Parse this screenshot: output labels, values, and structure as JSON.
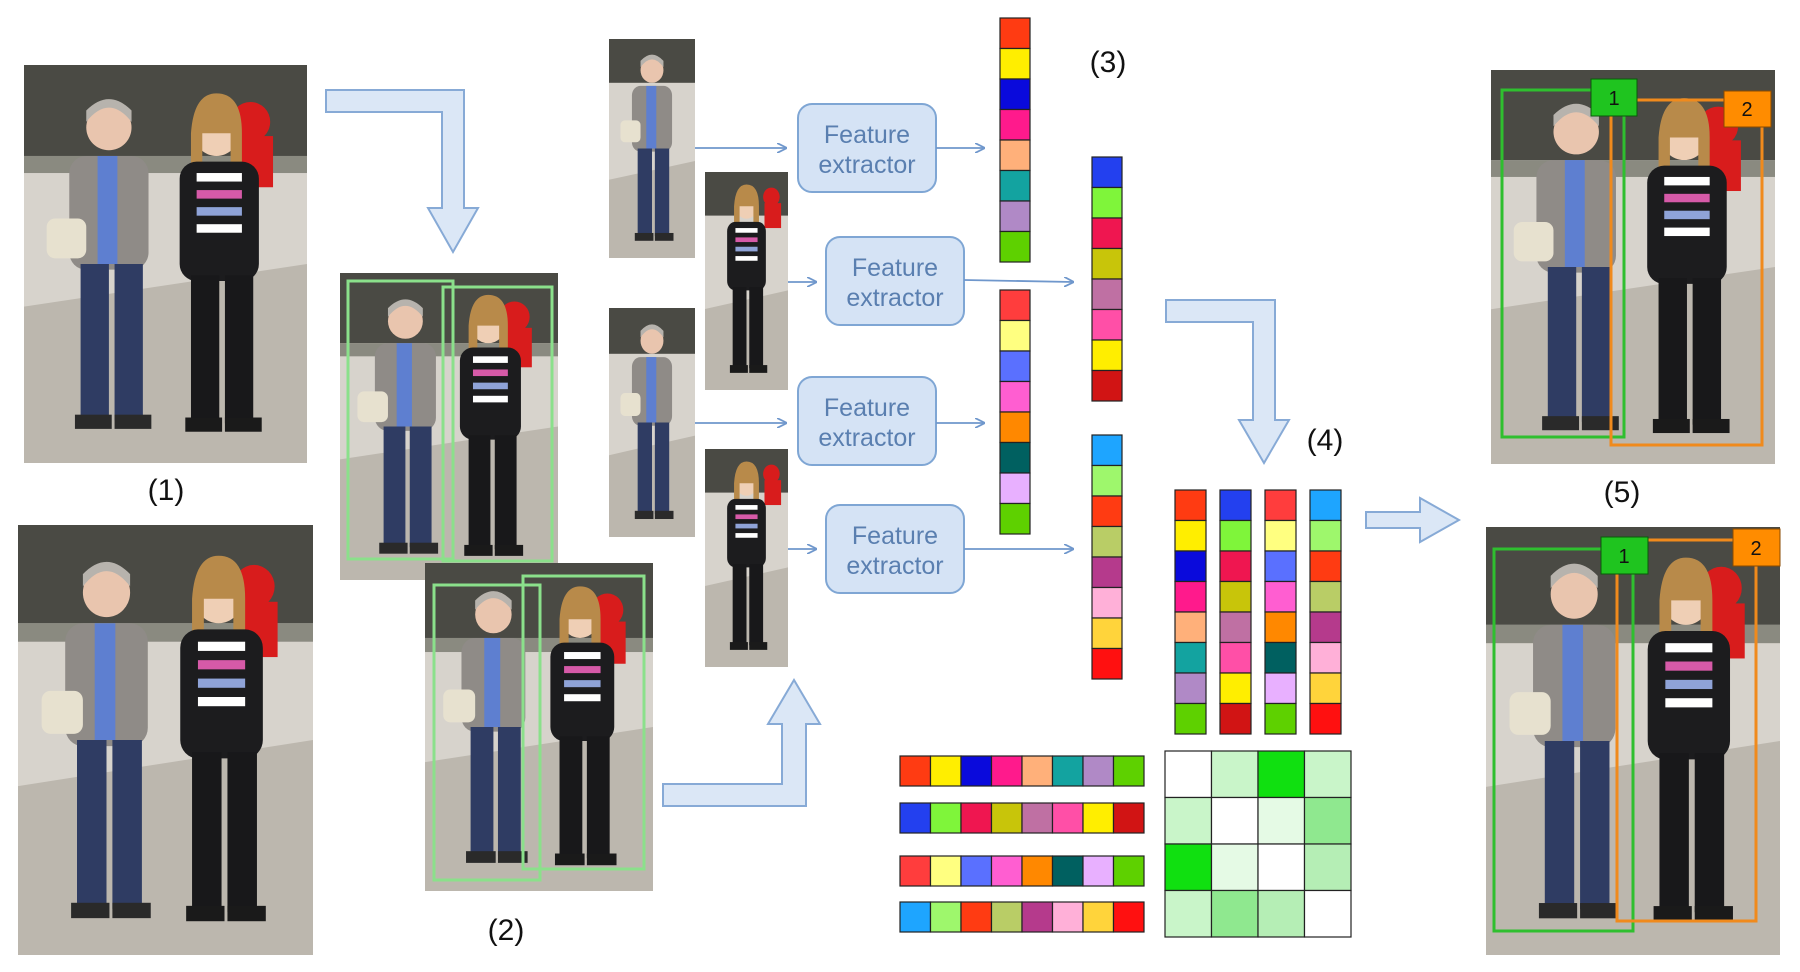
{
  "labels": {
    "step1": "(1)",
    "step2": "(2)",
    "step3": "(3)",
    "step4": "(4)",
    "step5": "(5)"
  },
  "feature_extractor": {
    "line1": "Feature",
    "line2": "extractor"
  },
  "badges": {
    "track1": "1",
    "track2": "2"
  },
  "colors": {
    "arrow_fill": "#dbe7f6",
    "arrow_stroke": "#87aad6",
    "box_fill": "#d5e3f5",
    "box_text": "#5a7fb0",
    "detection_green": "#8be08b",
    "track1_green": "#2fbf2f",
    "track2_orange": "#f08a1c",
    "badge1_fill": "#1fc41f",
    "badge2_fill": "#ff8c00"
  },
  "feature_vectors": [
    [
      "#ff3b12",
      "#ffee00",
      "#0a0adc",
      "#ff1a8c",
      "#ffb07a",
      "#13a3a0",
      "#b089c6",
      "#5ed100"
    ],
    [
      "#2340ef",
      "#7ff53a",
      "#ef1650",
      "#c8c50a",
      "#bf70a3",
      "#ff4fa7",
      "#ffee00",
      "#d11414"
    ],
    [
      "#ff3d3d",
      "#ffff80",
      "#5a70ff",
      "#ff5ed1",
      "#ff8800",
      "#006060",
      "#e8b0ff",
      "#5ed100"
    ],
    [
      "#1ea5ff",
      "#9ef76c",
      "#ff3b12",
      "#b9cd66",
      "#b53a8c",
      "#ffb0d8",
      "#ffd43b",
      "#ff1010"
    ]
  ],
  "similarity_matrix": [
    [
      "#ffffff",
      "#c9f5c9",
      "#10e010",
      "#c9f5c9"
    ],
    [
      "#c9f5c9",
      "#ffffff",
      "#e5fae5",
      "#8fe88f"
    ],
    [
      "#10e010",
      "#e5fae5",
      "#ffffff",
      "#b5eeb5"
    ],
    [
      "#c9f5c9",
      "#8fe88f",
      "#b5eeb5",
      "#ffffff"
    ]
  ]
}
